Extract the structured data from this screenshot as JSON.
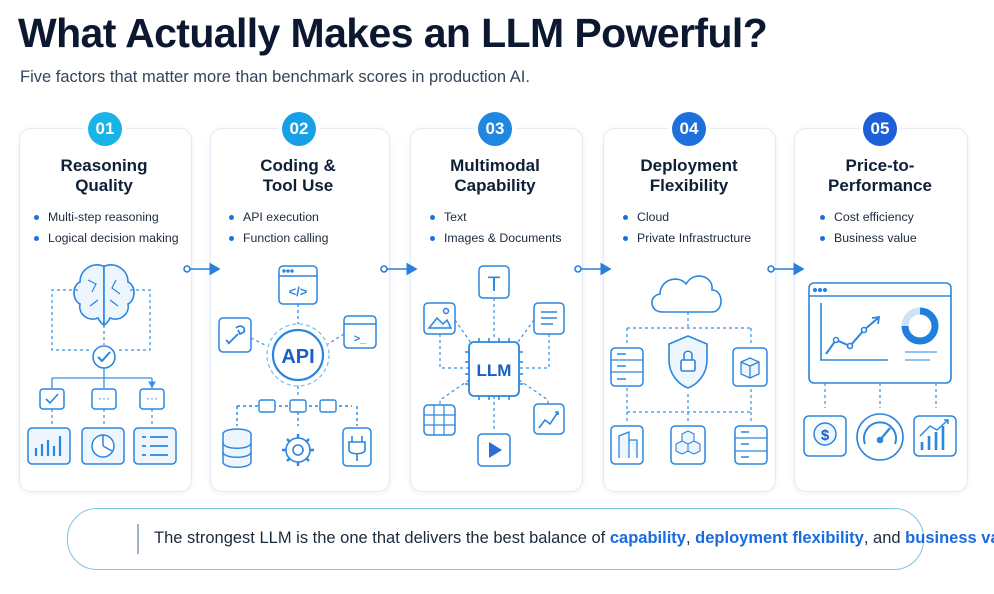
{
  "title": "What Actually Makes an LLM Powerful?",
  "subtitle": "Five factors that matter more than benchmark scores in production AI.",
  "cards": [
    {
      "number": "01",
      "title_line1": "Reasoning",
      "title_line2": "Quality",
      "bullets": [
        "Multi-step reasoning",
        "Logical decision making"
      ],
      "color": "#18b4e8"
    },
    {
      "number": "02",
      "title_line1": "Coding &",
      "title_line2": "Tool Use",
      "bullets": [
        "API execution",
        "Function calling"
      ],
      "color": "#199fe6"
    },
    {
      "number": "03",
      "title_line1": "Multimodal",
      "title_line2": "Capability",
      "bullets": [
        "Text",
        "Images & Documents"
      ],
      "color": "#1f86e2"
    },
    {
      "number": "04",
      "title_line1": "Deployment",
      "title_line2": "Flexibility",
      "bullets": [
        "Cloud",
        "Private Infrastructure"
      ],
      "color": "#1e70dc"
    },
    {
      "number": "05",
      "title_line1": "Price-to-",
      "title_line2": "Performance",
      "bullets": [
        "Cost efficiency",
        "Business value"
      ],
      "color": "#1d5fd6"
    }
  ],
  "illustrations": {
    "api_label": "API",
    "llm_label": "LLM",
    "text_glyph": "T",
    "dollar_glyph": "$",
    "code_glyph": "</>",
    "terminal_glyph": ">_"
  },
  "banner": {
    "prefix": "The strongest LLM is the one that delivers the best balance of ",
    "highlight1": "capability",
    "sep1": ", ",
    "highlight2": "deployment flexibility",
    "sep2": ", and ",
    "highlight3": "business value",
    "suffix": "."
  },
  "colors": {
    "accent": "#1a6ae0",
    "icon_stroke": "#2a86de",
    "banner_border": "#7cc4ea"
  }
}
